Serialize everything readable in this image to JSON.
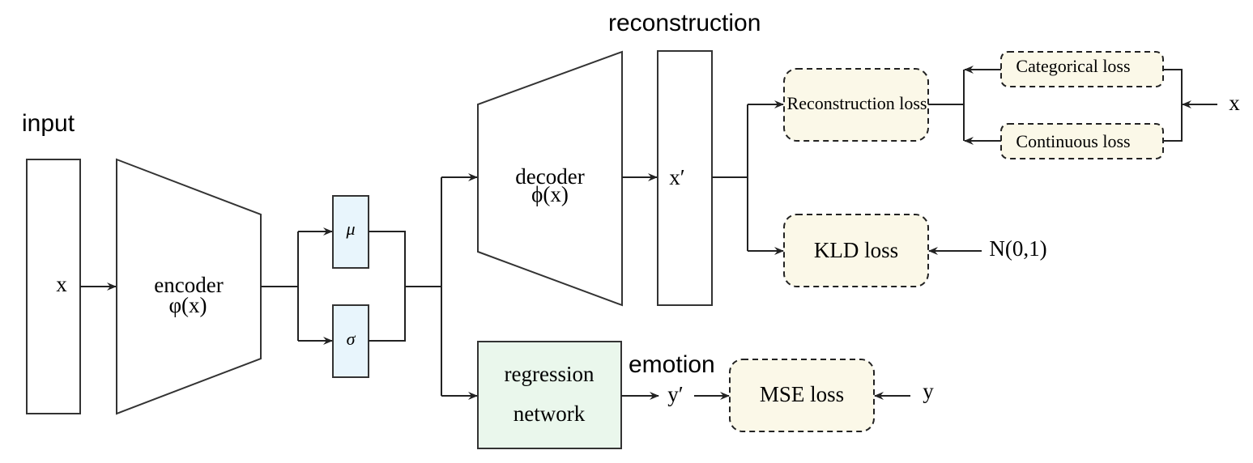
{
  "labels": {
    "input": "input",
    "reconstruction": "reconstruction",
    "emotion": "emotion"
  },
  "nodes": {
    "x_input": "x",
    "encoder_name": "encoder",
    "encoder_func": "φ(x)",
    "mu": "μ",
    "sigma": "σ",
    "decoder_name": "decoder",
    "decoder_func": "ϕ(x)",
    "x_prime": "x′",
    "regression_line1": "regression",
    "regression_line2": "network",
    "y_prime": "y′"
  },
  "losses": {
    "reconstruction": "Reconstruction loss",
    "categorical": "Categorical loss",
    "continuous": "Continuous loss",
    "kld": "KLD loss",
    "mse": "MSE loss"
  },
  "targets": {
    "x": "x",
    "normal": "N(0,1)",
    "y": "y"
  },
  "colors": {
    "latent_fill": "#e8f5fc",
    "loss_fill": "#fbf8e8",
    "regression_fill": "#eaf7ec",
    "stroke": "#222222"
  }
}
